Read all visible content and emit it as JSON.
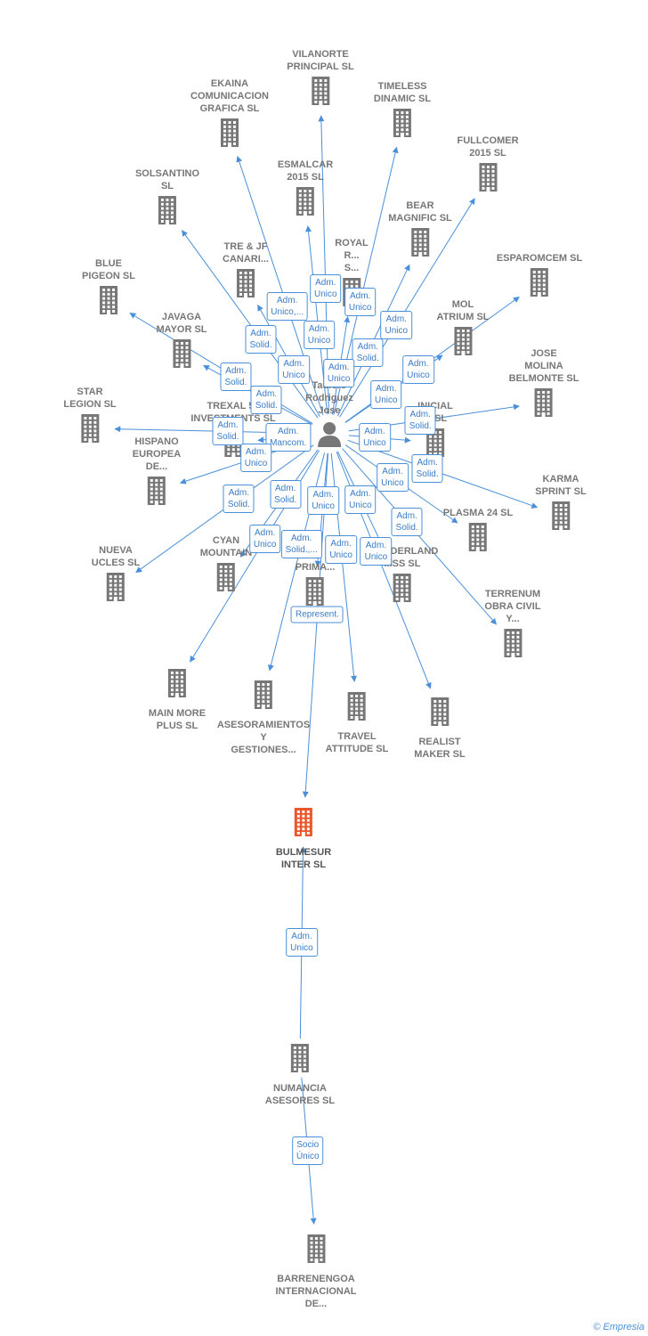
{
  "colors": {
    "edge": "#4a90d9",
    "building": "#777777",
    "focus": "#e8562a",
    "person": "#777777"
  },
  "person": {
    "lines": [
      "Taulero",
      "Rodriguez",
      "Jose"
    ]
  },
  "focus": {
    "id": "bulmesur",
    "lines": [
      "BULMESUR",
      "INTER  SL"
    ]
  },
  "companies": [
    {
      "id": "vilanorte",
      "lines": [
        "VILANORTE",
        "PRINCIPAL  SL"
      ]
    },
    {
      "id": "ekaina",
      "lines": [
        "EKAINA",
        "COMUNICACION",
        "GRAFICA  SL"
      ]
    },
    {
      "id": "timeless",
      "lines": [
        "TIMELESS",
        "DINAMIC  SL"
      ]
    },
    {
      "id": "fullcomer",
      "lines": [
        "FULLCOMER",
        "2015  SL"
      ]
    },
    {
      "id": "esmalcar",
      "lines": [
        "ESMALCAR",
        "2015  SL"
      ]
    },
    {
      "id": "solsantino",
      "lines": [
        "SOLSANTINO",
        "SL"
      ]
    },
    {
      "id": "bear",
      "lines": [
        "BEAR",
        "MAGNIFIC  SL"
      ]
    },
    {
      "id": "tre",
      "lines": [
        "TRE & JF",
        "CANARI..."
      ]
    },
    {
      "id": "royal",
      "lines": [
        "ROYAL",
        "R...",
        "S..."
      ]
    },
    {
      "id": "esparomcem",
      "lines": [
        "ESPAROMCEM  SL"
      ]
    },
    {
      "id": "blue",
      "lines": [
        "BLUE",
        "PIGEON  SL"
      ]
    },
    {
      "id": "mol",
      "lines": [
        "MOL",
        "ATRIUM  SL"
      ]
    },
    {
      "id": "javaga",
      "lines": [
        "JAVAGA",
        "MAYOR  SL"
      ]
    },
    {
      "id": "josemolina",
      "lines": [
        "JOSE",
        "MOLINA",
        "BELMONTE  SL"
      ]
    },
    {
      "id": "star",
      "lines": [
        "STAR",
        "LEGION  SL"
      ]
    },
    {
      "id": "trexal",
      "lines": [
        "TREXAL 56",
        "INVESTMENTS SL"
      ]
    },
    {
      "id": "inicial",
      "lines": [
        "INICIAL",
        "...  SL"
      ]
    },
    {
      "id": "hispano",
      "lines": [
        "HISPANO",
        "EUROPEA",
        "DE..."
      ]
    },
    {
      "id": "karma",
      "lines": [
        "KARMA",
        "SPRINT  SL"
      ]
    },
    {
      "id": "plasma",
      "lines": [
        "PLASMA 24 SL"
      ]
    },
    {
      "id": "nueva",
      "lines": [
        "NUEVA",
        "UCLES  SL"
      ]
    },
    {
      "id": "cyan",
      "lines": [
        "CYAN",
        "MOUNTAIN"
      ]
    },
    {
      "id": "prim",
      "lines": [
        "PRIMA..."
      ]
    },
    {
      "id": "wonderland",
      "lines": [
        "WONDERLAND",
        "...SS  SL"
      ]
    },
    {
      "id": "terrenum",
      "lines": [
        "TERRENUM",
        "OBRA CIVIL",
        "Y..."
      ]
    },
    {
      "id": "mainmore",
      "lines": [
        "MAIN MORE",
        "PLUS  SL"
      ]
    },
    {
      "id": "asesoramientos",
      "lines": [
        "ASESORAMIENTOS",
        "Y",
        "GESTIONES..."
      ]
    },
    {
      "id": "travel",
      "lines": [
        "TRAVEL",
        "ATTITUDE  SL"
      ]
    },
    {
      "id": "realist",
      "lines": [
        "REALIST",
        "MAKER  SL"
      ]
    },
    {
      "id": "numancia",
      "lines": [
        "NUMANCIA",
        "ASESORES  SL"
      ]
    },
    {
      "id": "barrenengoa",
      "lines": [
        "BARRENENGOA",
        "INTERNACIONAL",
        "DE..."
      ]
    }
  ],
  "relations": [
    {
      "from": "person",
      "to": "vilanorte",
      "lines": [
        "Adm.",
        "Unico"
      ]
    },
    {
      "from": "person",
      "to": "ekaina",
      "lines": [
        "Adm.",
        "Unico,..."
      ]
    },
    {
      "from": "person",
      "to": "timeless",
      "lines": [
        "Adm.",
        "Unico"
      ]
    },
    {
      "from": "person",
      "to": "fullcomer",
      "lines": [
        "Adm.",
        "Unico"
      ]
    },
    {
      "from": "person",
      "to": "esmalcar",
      "lines": [
        "Adm.",
        "Unico"
      ]
    },
    {
      "from": "person",
      "to": "solsantino",
      "lines": [
        "Adm.",
        "Solid."
      ]
    },
    {
      "from": "person",
      "to": "bear",
      "lines": [
        "Adm.",
        "Solid."
      ]
    },
    {
      "from": "person",
      "to": "tre",
      "lines": [
        "Adm.",
        "Unico"
      ]
    },
    {
      "from": "person",
      "to": "royal",
      "lines": [
        "Adm.",
        "Unico"
      ]
    },
    {
      "from": "person",
      "to": "esparomcem",
      "lines": [
        "Adm.",
        "Unico"
      ]
    },
    {
      "from": "person",
      "to": "blue",
      "lines": [
        "Adm.",
        "Solid."
      ]
    },
    {
      "from": "person",
      "to": "mol",
      "lines": [
        "Adm.",
        "Unico"
      ]
    },
    {
      "from": "person",
      "to": "javaga",
      "lines": [
        "Adm.",
        "Solid."
      ]
    },
    {
      "from": "person",
      "to": "josemolina",
      "lines": [
        "Adm.",
        "Solid."
      ]
    },
    {
      "from": "person",
      "to": "star",
      "lines": [
        "Adm.",
        "Solid."
      ]
    },
    {
      "from": "person",
      "to": "trexal",
      "lines": [
        "Adm.",
        "Mancom."
      ]
    },
    {
      "from": "person",
      "to": "inicial",
      "lines": [
        "Adm.",
        "Unico"
      ]
    },
    {
      "from": "person",
      "to": "hispano",
      "lines": [
        "Adm.",
        "Unico"
      ]
    },
    {
      "from": "person",
      "to": "karma",
      "lines": [
        "Adm.",
        "Solid."
      ]
    },
    {
      "from": "person",
      "to": "plasma",
      "lines": [
        "Adm.",
        "Unico"
      ]
    },
    {
      "from": "person",
      "to": "nueva",
      "lines": [
        "Adm.",
        "Solid."
      ]
    },
    {
      "from": "person",
      "to": "cyan",
      "lines": [
        "Adm.",
        "Solid."
      ]
    },
    {
      "from": "person",
      "to": "prim",
      "lines": [
        "Adm.",
        "Unico"
      ]
    },
    {
      "from": "person",
      "to": "wonderland",
      "lines": [
        "Adm.",
        "Unico"
      ]
    },
    {
      "from": "person",
      "to": "terrenum",
      "lines": [
        "Adm.",
        "Solid."
      ]
    },
    {
      "from": "person",
      "to": "mainmore",
      "lines": [
        "Adm.",
        "Unico"
      ]
    },
    {
      "from": "person",
      "to": "asesoramientos",
      "lines": [
        "Adm.",
        "Solid.,..."
      ]
    },
    {
      "from": "person",
      "to": "travel",
      "lines": [
        "Adm.",
        "Unico"
      ]
    },
    {
      "from": "person",
      "to": "realist",
      "lines": [
        "Adm.",
        "Unico"
      ]
    },
    {
      "from": "person",
      "to": "bulmesur",
      "lines": [
        "Represent."
      ]
    },
    {
      "from": "numancia",
      "to": "bulmesur",
      "lines": [
        "Adm.",
        "Unico"
      ]
    },
    {
      "from": "numancia",
      "to": "barrenengoa",
      "lines": [
        "Socio",
        "Único"
      ]
    }
  ],
  "credit": {
    "symbol": "©",
    "brand": "Empresia"
  }
}
